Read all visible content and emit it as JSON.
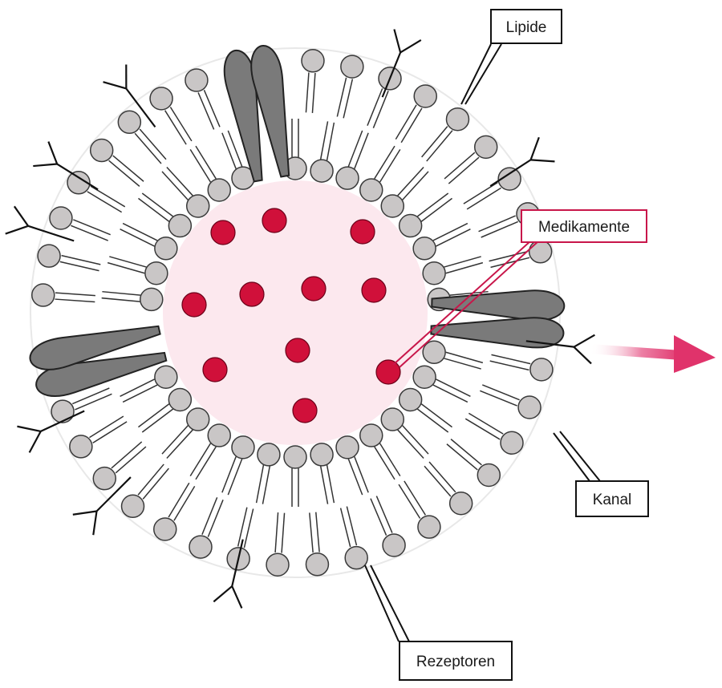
{
  "labels": {
    "lipids": "Lipide",
    "drugs": "Medikamente",
    "channel": "Kanal",
    "receptors": "Rezeptoren"
  },
  "colors": {
    "background": "#ffffff",
    "core": "#fce8ee",
    "lipid_head": "#c9c6c6",
    "lipid_outline": "#3a3a3a",
    "channel_fill": "#7a7a7a",
    "drug": "#d0103a",
    "accent_box": "#c8164a",
    "arrow_gradient_end": "#e0336b"
  },
  "icons": {
    "drug_particle": "red-dot",
    "receptor": "y-shape",
    "channel": "teardrop-protein",
    "release_arrow": "arrow-right"
  }
}
